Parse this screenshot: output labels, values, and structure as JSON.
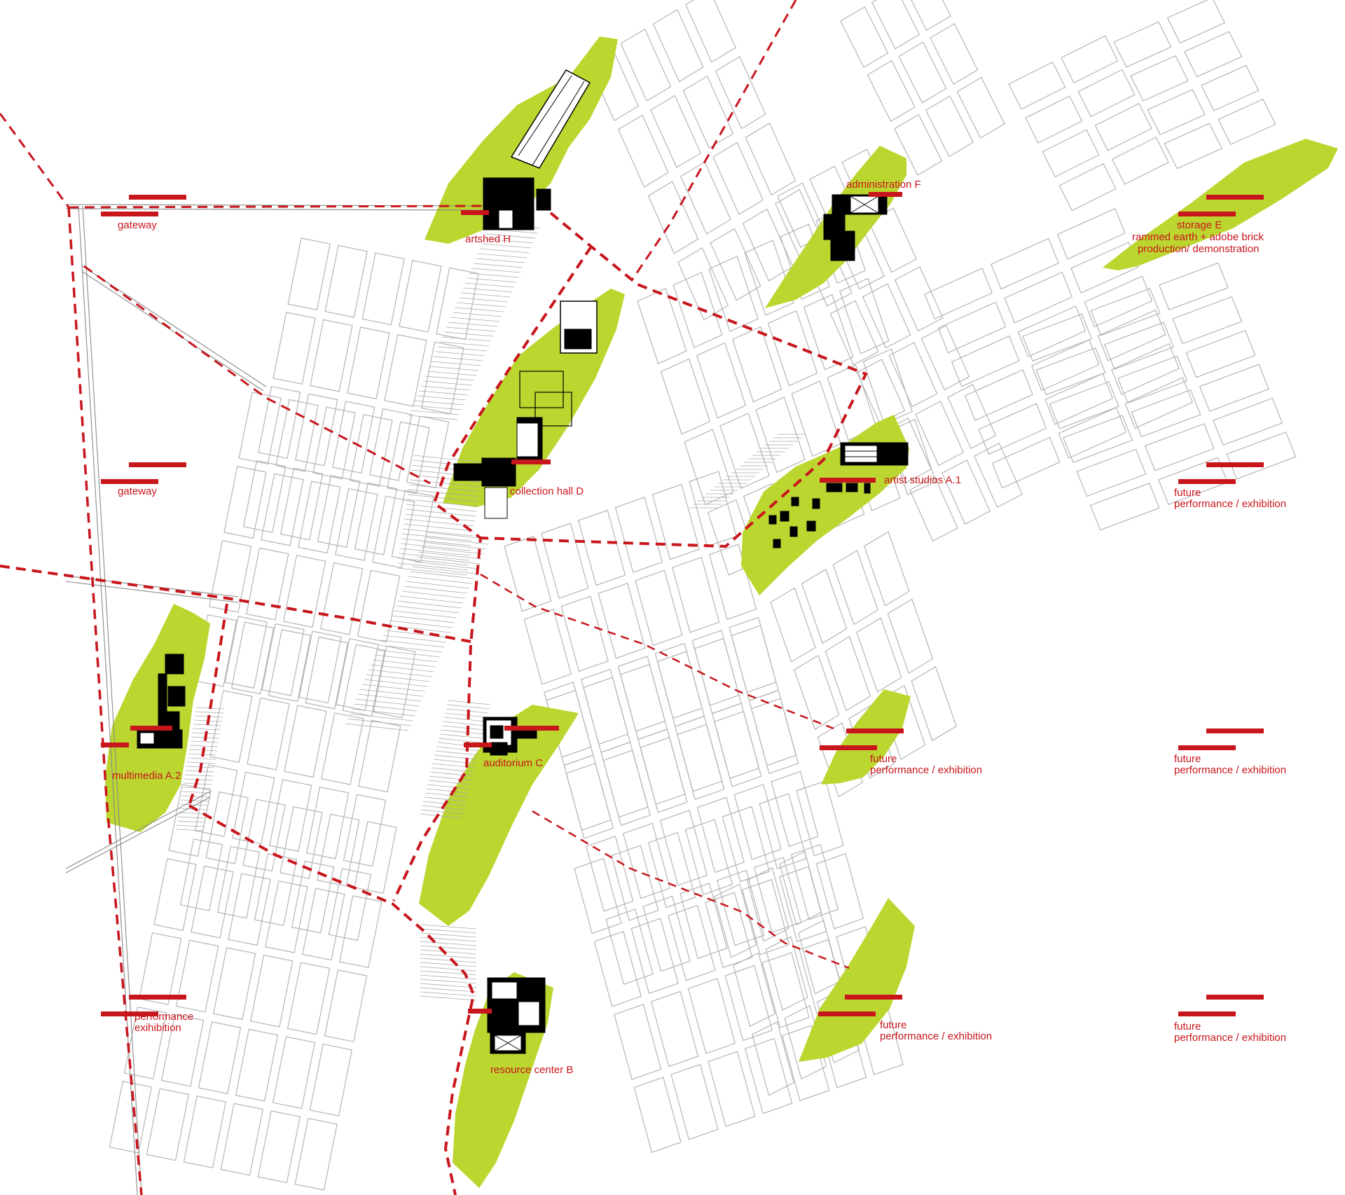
{
  "colors": {
    "route": "#c8161d",
    "zone": "#bcd630",
    "plot_stroke": "#b5b5b5",
    "building": "#000000",
    "label": "#c8161d",
    "path": "#9a9a9a"
  },
  "labels": {
    "gateway_top": "gateway",
    "gateway_mid": "gateway",
    "performance": {
      "line1": "performance",
      "line2": "exihibition"
    },
    "artshed": "artshed H",
    "collection_hall": "collection hall D",
    "administration": "administration F",
    "storage": {
      "line1": "storage E",
      "line2": "rammed earth + adobe brick",
      "line3": "production/ demonstration"
    },
    "artist_studios": "artist studios A.1",
    "multimedia": "multimedia A.2",
    "auditorium": "auditorium C",
    "resource_center": "resource center B",
    "future_mid": {
      "line1": "future",
      "line2": "performance / exhibition"
    },
    "future_low": {
      "line1": "future",
      "line2": "performance / exhibition"
    },
    "future_right_1": {
      "line1": "future",
      "line2": "performance / exhibition"
    },
    "future_right_2": {
      "line1": "future",
      "line2": "performance / exhibition"
    },
    "future_right_3": {
      "line1": "future",
      "line2": "performance / exhibition"
    }
  }
}
